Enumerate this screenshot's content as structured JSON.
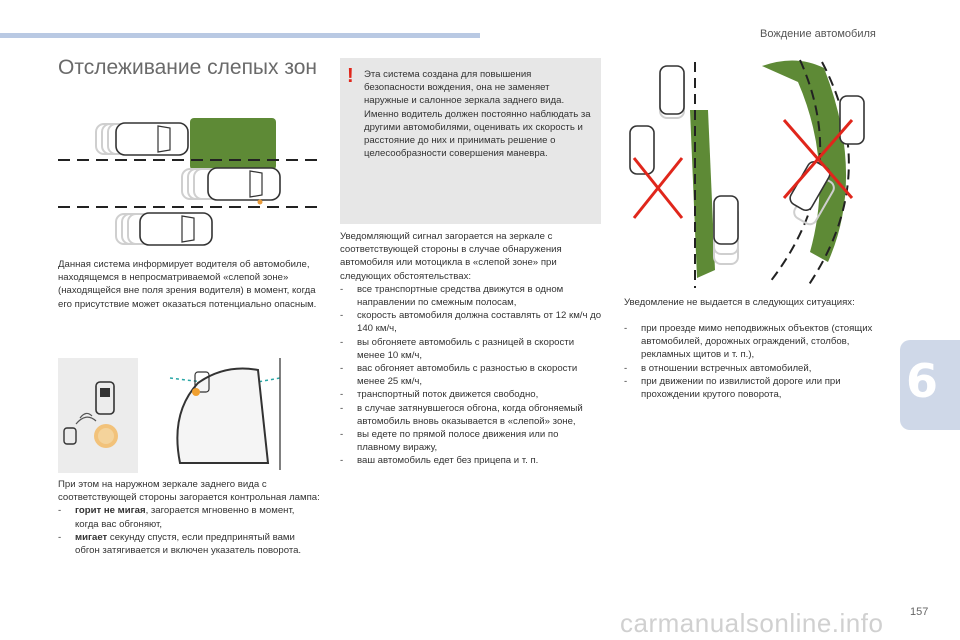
{
  "header": {
    "section_title": "Вождение автомобиля"
  },
  "title": "Отслеживание слепых зон",
  "intro": "Данная система информирует водителя об автомобиле, находящемся в непросматриваемой «слепой зоне» (находящейся вне поля зрения водителя) в момент, когда его присутствие может оказаться потенциально опасным.",
  "mirror_section": {
    "intro": "При этом на наружном зеркале заднего вида с соответствующей стороны загорается контрольная лампа:",
    "items": [
      {
        "bold": "горит не мигая",
        "text": ", загорается мгновенно в момент, когда вас обгоняют,"
      },
      {
        "bold": "мигает",
        "text": " секунду спустя, если предпринятый вами обгон затягивается и включен указатель поворота."
      }
    ]
  },
  "warning": {
    "icon": "!",
    "text": "Эта система создана для повышения безопасности вождения, она не заменяет наружные и салонное зеркала заднего вида. Именно водитель должен постоянно наблюдать за другими автомобилями, оценивать их скорость и расстояние до них и принимать решение о целесообразности совершения маневра."
  },
  "conditions": {
    "intro": "Уведомляющий сигнал загорается на зеркале с соответствующей стороны в случае обнаружения автомобиля или мотоцикла в «слепой зоне» при следующих обстоятельствах:",
    "items": [
      "все транспортные средства движутся в одном направлении по смежным полосам,",
      "скорость автомобиля должна составлять от 12 км/ч до 140 км/ч,",
      "вы обгоняете автомобиль с разницей в скорости менее 10 км/ч,",
      "вас обгоняет автомобиль с разностью в скорости менее 25 км/ч,",
      "транспортный поток движется свободно,",
      "в случае затянувшегося обгона, когда обгоняемый автомобиль вновь оказывается в «слепой» зоне,",
      "вы едете по прямой полосе движения или по плавному виражу,",
      "ваш автомобиль едет без прицепа и т. п."
    ]
  },
  "no_alert": {
    "intro": "Уведомление не выдается в следующих ситуациях:",
    "items": [
      "при проезде мимо неподвижных объектов (стоящих автомобилей, дорожных ограждений, столбов, рекламных щитов и т. п.),",
      "в отношении встречных автомобилей,",
      "при движении по извилистой дороге или при прохождении крутого поворота,"
    ]
  },
  "chapter_number": "6",
  "page_number": "157",
  "watermark": "carmanualsonline.info",
  "colors": {
    "accent_green": "#5e8a36",
    "warning_red": "#e0261b",
    "panel_gray": "#e7e7e7",
    "tab_blue": "#cfd8e8",
    "bar_blue": "#b9c9e3"
  }
}
